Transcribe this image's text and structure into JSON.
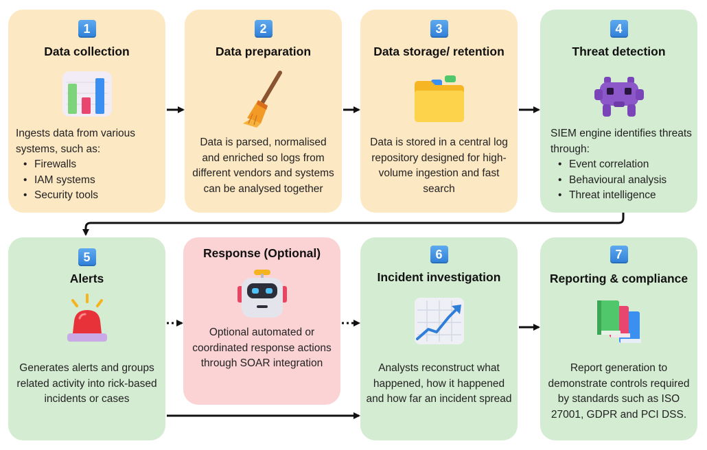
{
  "steps": [
    {
      "number": "1",
      "title": "Data collection",
      "icon": "bar-chart-icon",
      "intro": "Ingests data from various systems, such as:",
      "bullets": [
        "Firewalls",
        "IAM systems",
        "Security tools"
      ]
    },
    {
      "number": "2",
      "title": "Data preparation",
      "icon": "broom-icon",
      "text": "Data is parsed, normalised and enriched so logs from different vendors and systems can be analysed together"
    },
    {
      "number": "3",
      "title": "Data storage/ retention",
      "icon": "folder-icon",
      "text": "Data is stored in a central log repository designed for high-volume ingestion and fast search"
    },
    {
      "number": "4",
      "title": "Threat detection",
      "icon": "space-invader-icon",
      "intro": "SIEM engine identifies threats through:",
      "bullets": [
        "Event correlation",
        "Behavioural analysis",
        "Threat intelligence"
      ]
    },
    {
      "number": "5",
      "title": "Alerts",
      "icon": "siren-icon",
      "text": "Generates alerts and groups related activity into rick-based incidents or cases"
    },
    {
      "number": "",
      "title": "Response (Optional)",
      "icon": "robot-icon",
      "text": "Optional automated or coordinated response actions through SOAR integration"
    },
    {
      "number": "6",
      "title": "Incident investigation",
      "icon": "trend-chart-icon",
      "text": "Analysts reconstruct what happened, how it happened and how far an incident spread"
    },
    {
      "number": "7",
      "title": "Reporting & compliance",
      "icon": "books-icon",
      "text": "Report generation to demonstrate controls required by standards such as ISO 27001, GDPR and PCI DSS."
    }
  ],
  "colors": {
    "peach": "#fde8c4",
    "green": "#d4ecd2",
    "pink": "#fbd3d4",
    "badge": "#2f7fd8",
    "arrow": "#111111"
  }
}
